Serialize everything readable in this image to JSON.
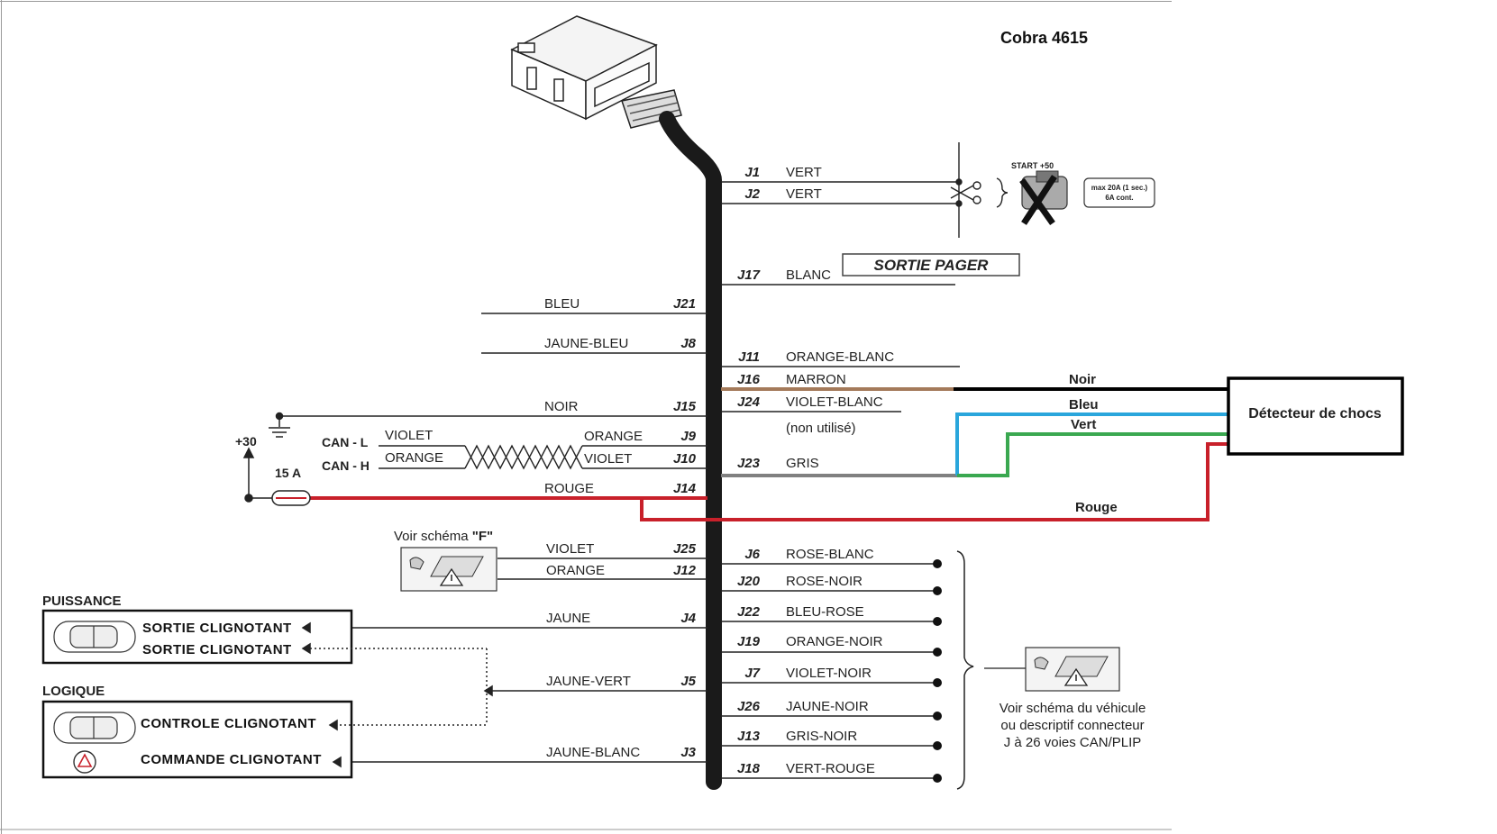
{
  "title": "Cobra 4615",
  "pager": "SORTIE PAGER",
  "right_wires": [
    {
      "pin": "J1",
      "color": "VERT"
    },
    {
      "pin": "J2",
      "color": "VERT"
    },
    {
      "pin": "J17",
      "color": "BLANC"
    },
    {
      "pin": "J11",
      "color": "ORANGE-BLANC"
    },
    {
      "pin": "J16",
      "color": "MARRON"
    },
    {
      "pin": "J24",
      "color": "VIOLET-BLANC"
    },
    {
      "pin": "J23",
      "color": "GRIS"
    },
    {
      "pin": "J6",
      "color": "ROSE-BLANC"
    },
    {
      "pin": "J20",
      "color": "ROSE-NOIR"
    },
    {
      "pin": "J22",
      "color": "BLEU-ROSE"
    },
    {
      "pin": "J19",
      "color": "ORANGE-NOIR"
    },
    {
      "pin": "J7",
      "color": "VIOLET-NOIR"
    },
    {
      "pin": "J26",
      "color": "JAUNE-NOIR"
    },
    {
      "pin": "J13",
      "color": "GRIS-NOIR"
    },
    {
      "pin": "J18",
      "color": "VERT-ROUGE"
    }
  ],
  "non_utilise": "(non utilisé)",
  "left_wires": [
    {
      "pin": "J21",
      "color": "BLEU"
    },
    {
      "pin": "J8",
      "color": "JAUNE-BLEU"
    },
    {
      "pin": "J15",
      "color": "NOIR"
    },
    {
      "pin": "J9",
      "color": "ORANGE"
    },
    {
      "pin": "J10",
      "color": "VIOLET"
    },
    {
      "pin": "J14",
      "color": "ROUGE"
    },
    {
      "pin": "J25",
      "color": "VIOLET"
    },
    {
      "pin": "J12",
      "color": "ORANGE"
    },
    {
      "pin": "J4",
      "color": "JAUNE"
    },
    {
      "pin": "J5",
      "color": "JAUNE-VERT"
    },
    {
      "pin": "J3",
      "color": "JAUNE-BLANC"
    }
  ],
  "can": {
    "l_label": "CAN - L",
    "h_label": "CAN - H",
    "l_color": "VIOLET",
    "h_color": "ORANGE"
  },
  "power": {
    "plus30": "+30",
    "fuse": "15 A"
  },
  "starter": {
    "label": "START +50",
    "spec_line1": "max 20A (1 sec.)",
    "spec_line2": "6A cont."
  },
  "shock_detector": {
    "title": "Détecteur de chocs",
    "wires": [
      "Noir",
      "Bleu",
      "Vert",
      "Rouge"
    ],
    "colors": {
      "noir": "#000000",
      "bleu": "#2aa6dc",
      "vert": "#3aa850",
      "rouge": "#c8202a",
      "marron": "#a47a5a",
      "gris": "#808080"
    }
  },
  "schema_f": {
    "prefix": "Voir schéma ",
    "quote": "\"F\""
  },
  "vehicle_note": [
    "Voir schéma du véhicule",
    "ou descriptif connecteur",
    "J à 26 voies CAN/PLIP"
  ],
  "puissance": {
    "title": "PUISSANCE",
    "line1": "SORTIE CLIGNOTANT",
    "line2": "SORTIE CLIGNOTANT"
  },
  "logique": {
    "title": "LOGIQUE",
    "line1": "CONTROLE CLIGNOTANT",
    "line2": "COMMANDE CLIGNOTANT"
  }
}
